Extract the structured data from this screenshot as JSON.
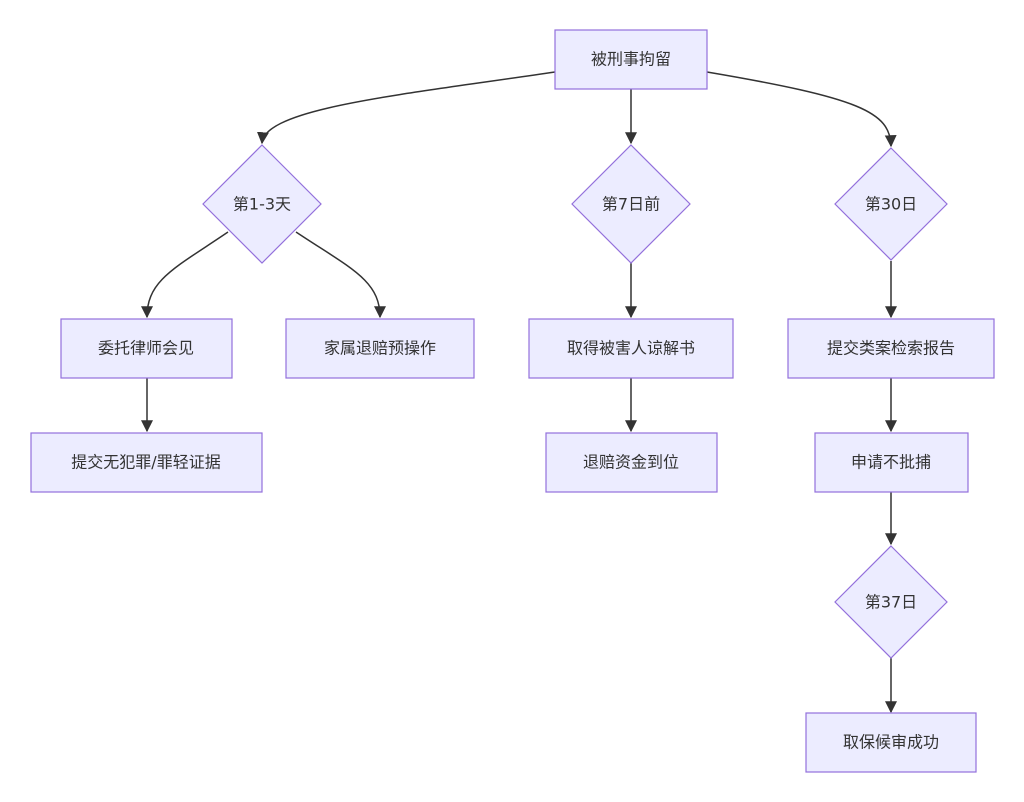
{
  "nodes": {
    "root": "被刑事拘留",
    "d1": "第1-3天",
    "d7": "第7日前",
    "d30": "第30日",
    "lawyer": "委托律师会见",
    "family": "家属退赔预操作",
    "evidence": "提交无犯罪/罪轻证据",
    "forgive": "取得被害人谅解书",
    "fund": "退赔资金到位",
    "report": "提交类案检索报告",
    "apply": "申请不批捕",
    "d37": "第37日",
    "bail": "取保候审成功"
  },
  "edges": [
    [
      "root",
      "d1"
    ],
    [
      "root",
      "d7"
    ],
    [
      "root",
      "d30"
    ],
    [
      "d1",
      "lawyer"
    ],
    [
      "d1",
      "family"
    ],
    [
      "lawyer",
      "evidence"
    ],
    [
      "d7",
      "forgive"
    ],
    [
      "forgive",
      "fund"
    ],
    [
      "d30",
      "report"
    ],
    [
      "report",
      "apply"
    ],
    [
      "apply",
      "d37"
    ],
    [
      "d37",
      "bail"
    ]
  ]
}
